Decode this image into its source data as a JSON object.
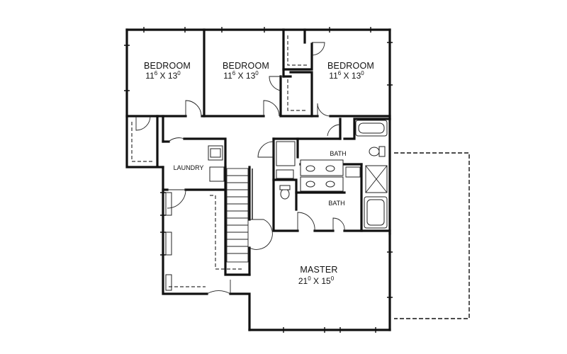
{
  "rooms": {
    "bedroom_1": {
      "name": "BEDROOM",
      "dim_a": "11",
      "dim_a_sup": "6",
      "dim_sep": " X ",
      "dim_b": "13",
      "dim_b_sup": "0"
    },
    "bedroom_2": {
      "name": "BEDROOM",
      "dim_a": "11",
      "dim_a_sup": "6",
      "dim_sep": " X ",
      "dim_b": "13",
      "dim_b_sup": "0"
    },
    "bedroom_3": {
      "name": "BEDROOM",
      "dim_a": "11",
      "dim_a_sup": "6",
      "dim_sep": " X ",
      "dim_b": "13",
      "dim_b_sup": "0"
    },
    "master": {
      "name": "MASTER",
      "dim_a": "21",
      "dim_a_sup": "0",
      "dim_sep": " X ",
      "dim_b": "15",
      "dim_b_sup": "0"
    },
    "bath_1": {
      "name": "BATH"
    },
    "bath_2": {
      "name": "BATH"
    },
    "laundry": {
      "name": "LAUNDRY"
    }
  },
  "colors": {
    "wall": "#111111",
    "background": "#ffffff"
  }
}
